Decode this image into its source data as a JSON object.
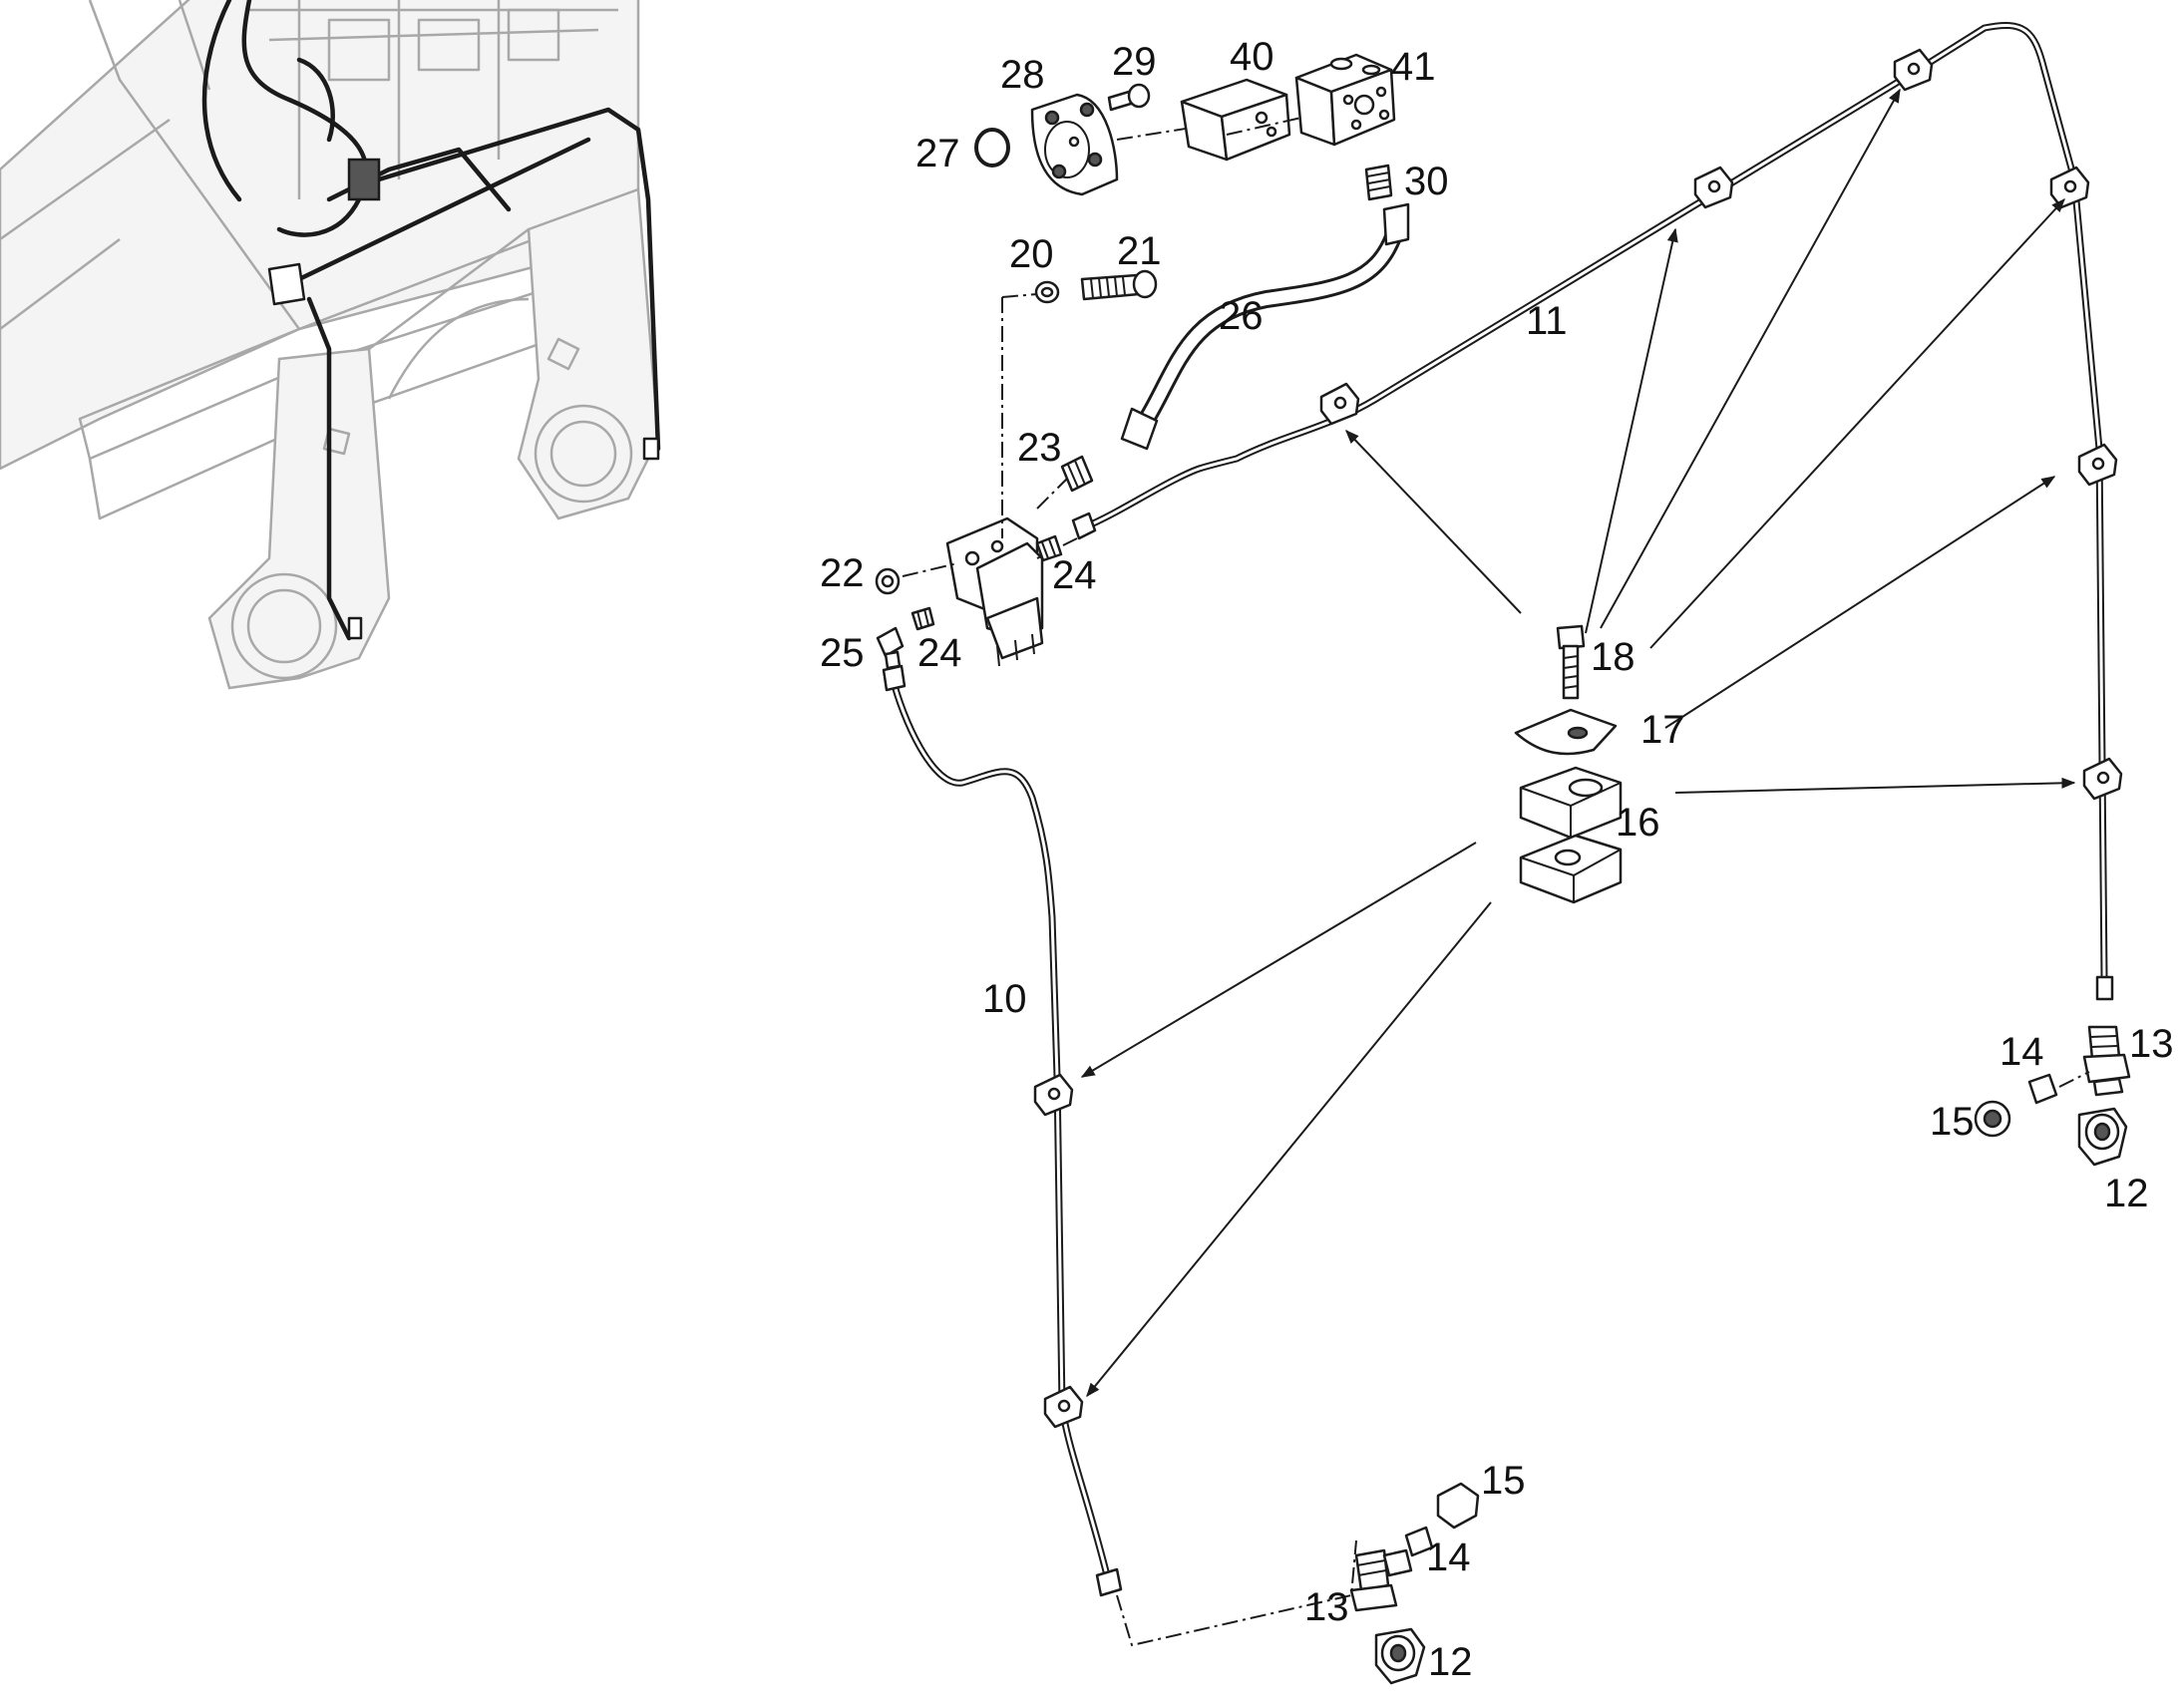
{
  "callouts": {
    "c27": "27",
    "c28": "28",
    "c29": "29",
    "c40": "40",
    "c41": "41",
    "c30": "30",
    "c20": "20",
    "c21": "21",
    "c26": "26",
    "c11": "11",
    "c23": "23",
    "c22": "22",
    "c24a": "24",
    "c24b": "24",
    "c25": "25",
    "c18": "18",
    "c17": "17",
    "c16": "16",
    "c10": "10",
    "c13r": "13",
    "c14r": "14",
    "c15r": "15",
    "c12r": "12",
    "c15b": "15",
    "c14b": "14",
    "c13b": "13",
    "c12b": "12"
  },
  "colors": {
    "line": "#1b1b1b",
    "ghost": "#a8a8a8",
    "background": "#ffffff"
  }
}
